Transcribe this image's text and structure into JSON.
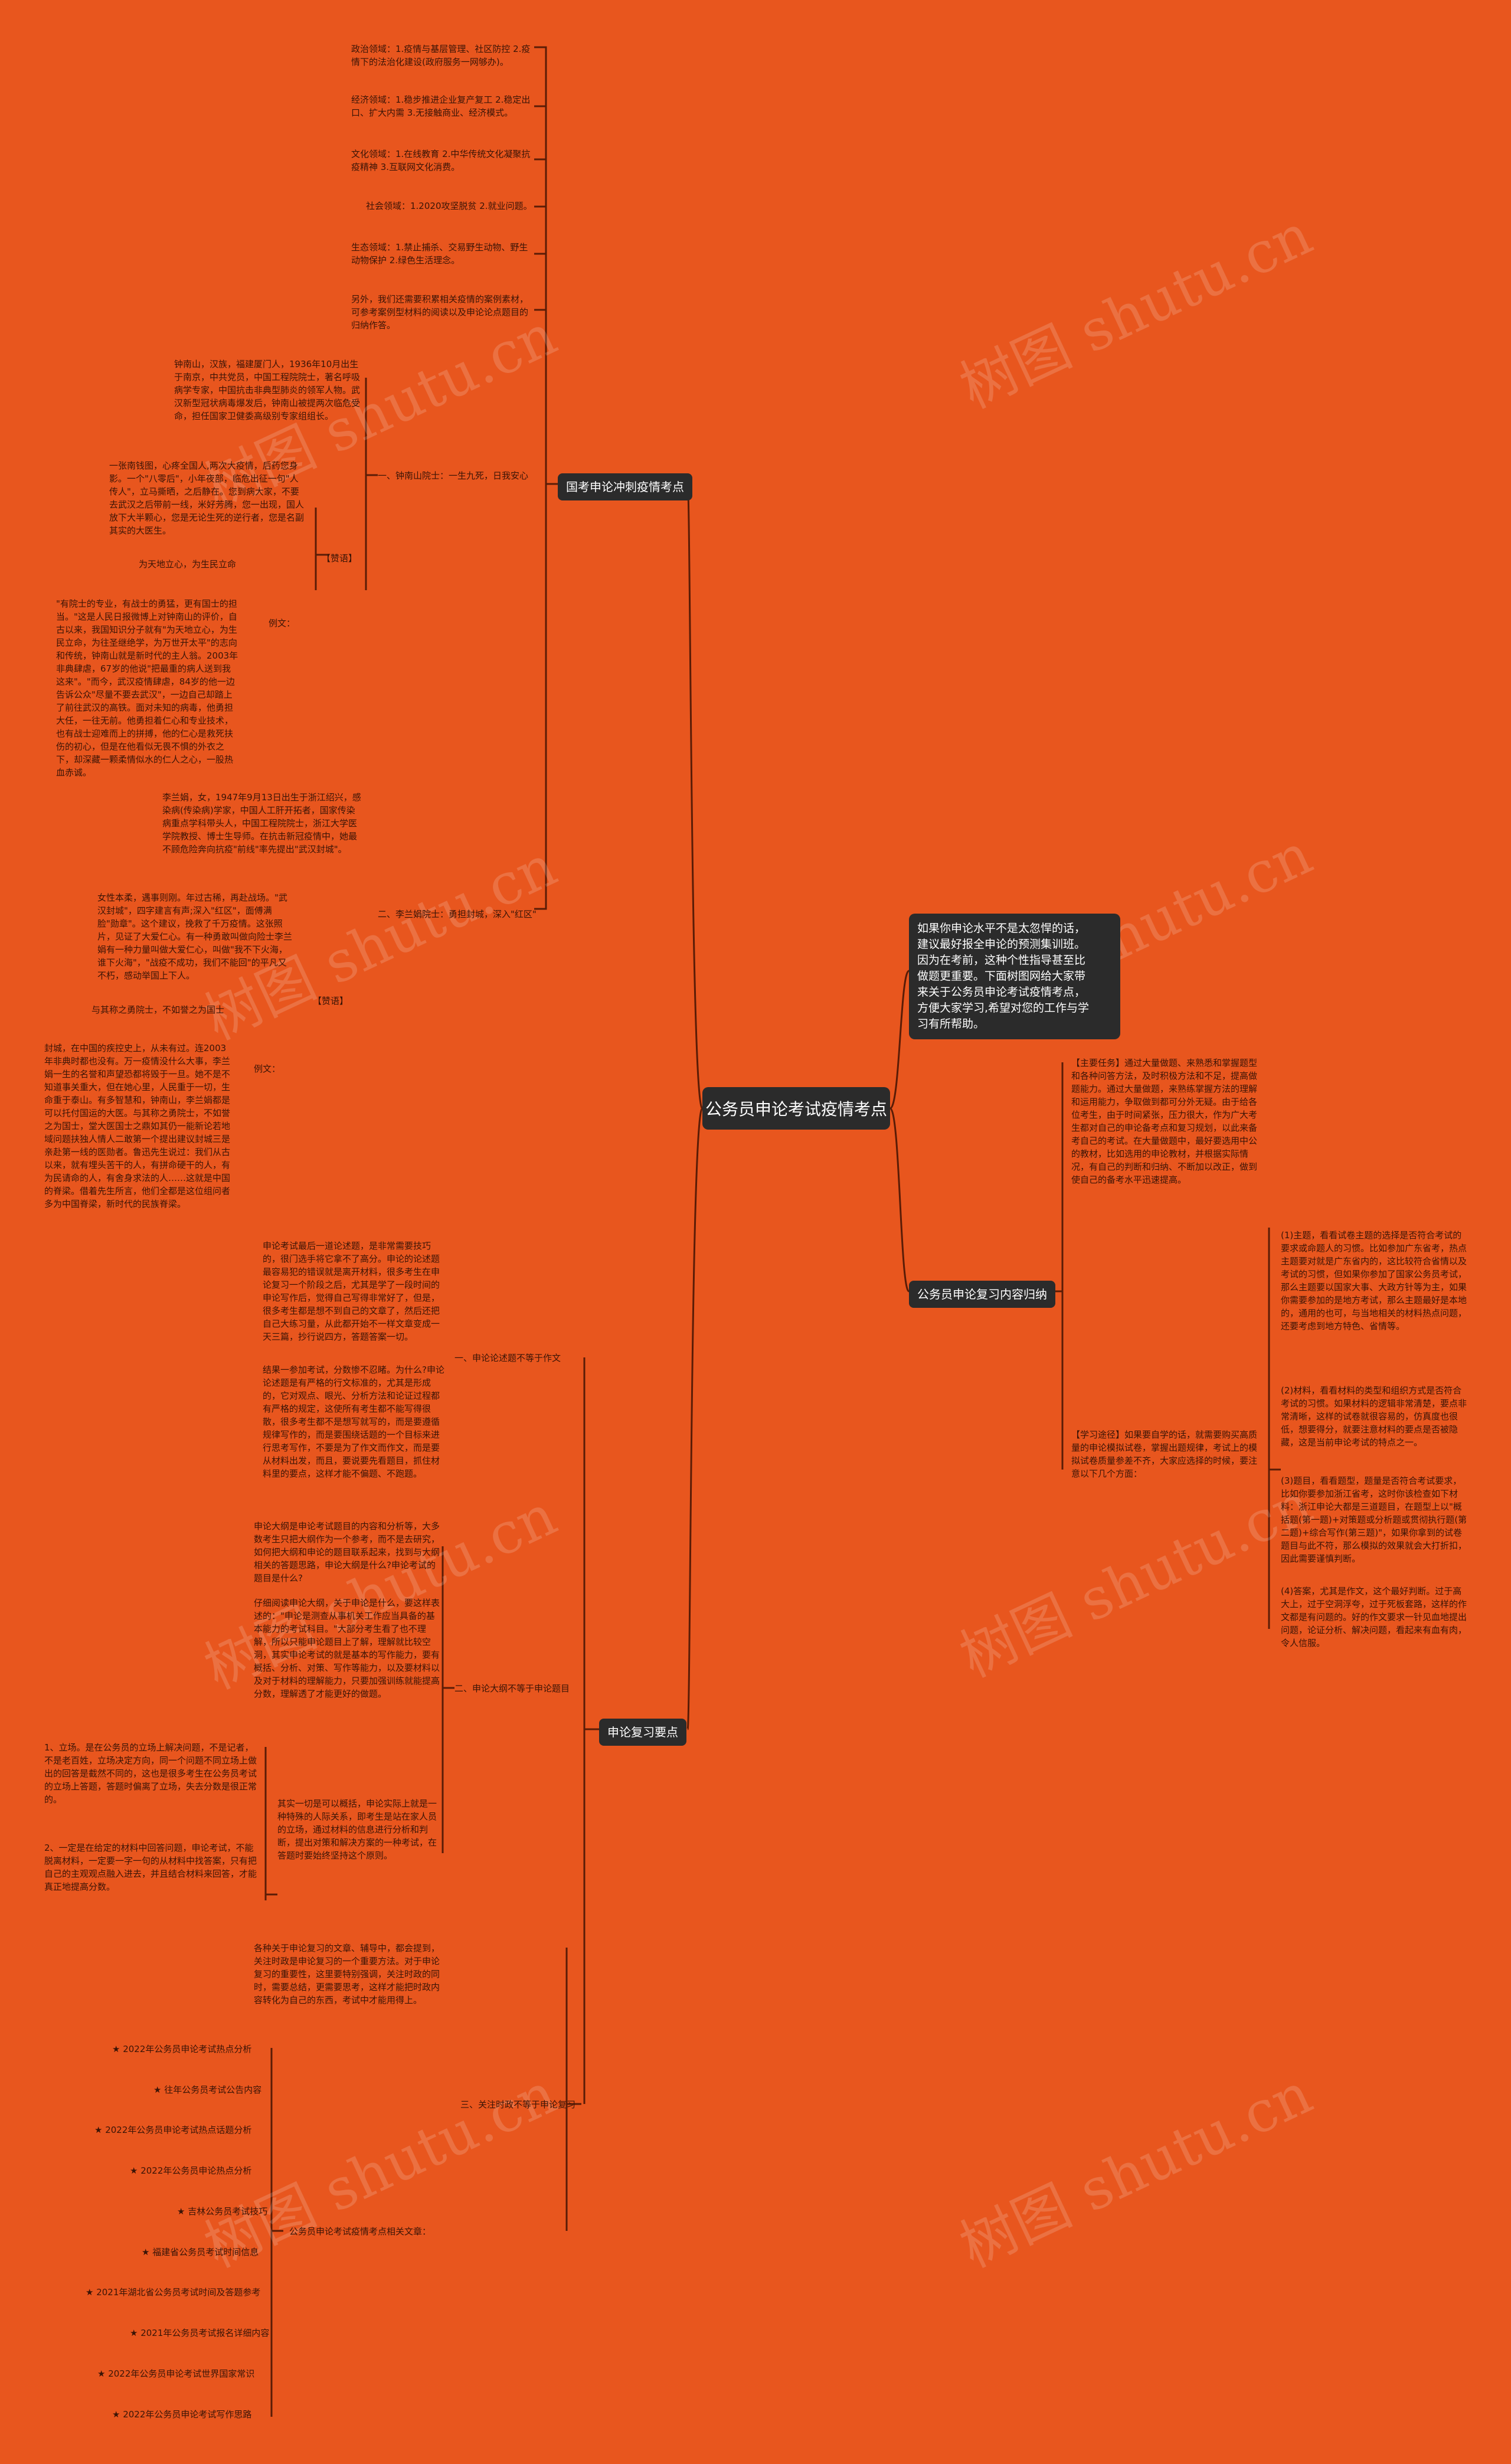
{
  "root": "公务员申论考试疫情考点",
  "intro": "如果你申论水平不是太忽悍的话，\n建议最好报全申论的预测集训班。\n因为在考前，这种个性指导甚至比\n做题更重要。下面树图网给大家带\n来关于公务员申论考试疫情考点，\n方便大家学习,希望对您的工作与学\n习有所帮助。",
  "watermark": "树图 shutu.cn",
  "branches": {
    "b1": {
      "title": "国考申论冲刺疫情考点",
      "topics": [
        "政治领域：1.疫情与基层管理、社区防控 2.疫情下的法治化建设(政府服务一网够办)。",
        "经济领域：1.稳步推进企业复产复工 2.稳定出口、扩大内需 3.无接触商业、经济模式。",
        "文化领域：1.在线教育 2.中华传统文化凝聚抗疫精神 3.互联网文化消费。",
        "社会领域：1.2020攻坚脱贫 2.就业问题。",
        "生态领域：1.禁止捕杀、交易野生动物、野生动物保护 2.绿色生活理念。",
        "另外，我们还需要积累相关疫情的案例素材，可参考案例型材料的阅读以及申论论点题目的归纳作答。"
      ],
      "zhong": {
        "label": "一、钟南山院士：一生九死，日我安心",
        "bio": "钟南山，汉族，福建厦门人，1936年10月出生于南京，中共党员，中国工程院院士，著名呼吸病学专家，中国抗击非典型肺炎的领军人物。武汉新型冠状病毒爆发后，钟南山被提两次临危受命，担任国家卫健委高级别专家组组长。",
        "comment": "一张南钱图，心疼全国人,两次大疫情，后药您身影。一个\"八零后\"，小年夜部，临危出征一句\"人传人\"，立马撕晒，之后静在。您到病大家，不要去武汉之后带前一线，米好芳腾，您一出现，国人放下大半颗心，您是无论生死的逆行者，您是名副其实的大医生。",
        "comment_label": "【赞语】",
        "ex_title": "为天地立心，为生民立命",
        "ex_body": "\"有院士的专业，有战士的勇猛，更有国士的担当。\"这是人民日报微博上对钟南山的评价，自古以来，我国知识分子就有\"为天地立心，为生民立命，为往圣继绝学，为万世开太平\"的志向和传统，钟南山就是新时代的主人翁。2003年非典肆虐，67岁的他说\"把最重的病人送到我这来\"。\"而今，武汉疫情肆虐，84岁的他一边告诉公众\"尽量不要去武汉\"，一边自己却踏上了前往武汉的高铁。面对未知的病毒，他勇担大任，一往无前。他勇担着仁心和专业技术，也有战士迎难而上的拼搏，他的仁心是救死扶伤的初心，但是在他看似无畏不惧的外衣之下，却深藏一颗柔情似水的仁人之心，一股热血赤诚。",
        "ex_label": "例文："
      },
      "li": {
        "label": "二、李兰娟院士：勇担封城，深入\"红区\"",
        "bio": "李兰娟，女，1947年9月13日出生于浙江绍兴，感染病(传染病)学家，中国人工肝开拓者，国家传染病重点学科带头人，中国工程院院士，浙江大学医学院教授、博士生导师。在抗击新冠疫情中，她最不顾危险奔向抗疫\"前线\"率先提出\"武汉封城\"。",
        "comment": "女性本柔，遇事则刚。年过古稀，再赴战场。\"武汉封城\"，四字建言有声;深入\"红区\"，面傅满脸\"勋章\"。这个建议，挽救了千万疫情。这张照片，见证了大爱仁心。有一种勇敢叫做向险士李兰娟有一种力量叫做大爱仁心，叫做\"我不下火海，谁下火海\"，\"战疫不成功，我们不能回\"的平凡又不朽，感动举国上下人。",
        "comment_label": "【赞语】",
        "ex_title": "与其称之勇院士，不如誉之为国士",
        "ex_body": "封城，在中国的疾控史上，从未有过。连2003年非典时都也没有。万一疫情没什么大事，李兰娟一生的名誉和声望恐都将毁于一旦。她不是不知道事关重大，但在她心里，人民重于一切，生命重于泰山。有多智慧和，钟南山，李兰娟都是可以托付国运的大医。与其称之勇院士，不如誉之为国士，堂大医国士之鼎如其仍一能新论若地域问题扶独人情人二敢第一个提出建议封城三是亲赴第一线的医勋者。鲁迅先生说过：我们从古以来，就有埋头苦干的人，有拼命硬干的人，有为民请命的人，有舍身求法的人……这就是中国的脊梁。借着先生所言，他们全都是这位组问者多为中国脊梁，新时代的民族脊梁。",
        "ex_label": "例文："
      }
    },
    "b2": {
      "title": "公务员申论复习内容归纳",
      "task": "【主要任务】通过大量做题、来熟悉和掌握题型和各种问答方法，及时积极方法和不足，提高做题能力。通过大量做题，来熟练掌握方法的理解和运用能力，争取做到都可分外无疑。由于给各位考生，由于时间紧张，压力很大，作为广大考生都对自己的申论备考点和复习规划，以此来备考自己的考试。在大量做题中，最好要选用中公的教材，比如选用的申论教材，并根据实际情况，有自己的判断和归纳、不断加以改正，做到使自己的备考水平迅速提高。",
      "method": "【学习途径】如果要自学的话，就需要购买高质量的申论模拟试卷，掌握出题规律，考试上的模拟试卷质量参差不齐，大家应选择的时候，要注意以下几个方面：",
      "points": [
        "(1)主题，看看试卷主题的选择是否符合考试的要求或命题人的习惯。比如参加广东省考，热点主题要对就是广东省内的，这比较符合省情以及考试的习惯，但如果你参加了国家公务员考试，那么主题要以国家大事、大政方针等为主，如果你需要参加的是地方考试，那么主题最好是本地的，通用的也可，与当地相关的材料热点问题，还要考虑到地方特色、省情等。",
        "(2)材料，看看材料的类型和组织方式是否符合考试的习惯。如果材料的逻辑非常清楚，要点非常清晰，这样的试卷就很容易的，仿真度也很低，想要得分，就要注意材料的要点是否被隐藏，这是当前申论考试的特点之一。",
        "(3)题目，看看题型，题量是否符合考试要求，比如你要参加浙江省考，这时你该检查如下材料：浙江申论大都是三道题目，在题型上以\"概括题(第一题)+对策题或分析题或贯彻执行题(第二题)+综合写作(第三题)\"，如果你拿到的试卷题目与此不符，那么模拟的效果就会大打折扣，因此需要谨慎判断。",
        "(4)答案，尤其是作文，这个最好判断。过于高大上，过于空洞浮夸，过于死板套路，这样的作文都是有问题的。好的作文要求一针见血地提出问题，论证分析、解决问题，看起来有血有肉，令人信服。"
      ]
    },
    "b3": {
      "title": "申论复习要点",
      "s1": {
        "label": "一、申论论述题不等于作文",
        "p1": "申论考试最后一道论述题，是非常需要技巧的，很门选手将它拿不了高分。申论的论述题最容易犯的错误就是离开材料，很多考生在申论复习一个阶段之后，尤其是学了一段时间的申论写作后，觉得自己写得非常好了，但是，很多考生都是想不到自己的文章了，然后还把自己大练习量，从此都开始不一样文章变成一天三篇，抄行说四方，答题答案一切。",
        "p2": "结果一参加考试，分数惨不忍睹。为什么?申论论述题是有严格的行文标准的，尤其是形成的，它对观点、眼光、分析方法和论证过程都有严格的规定，这使所有考生都不能写得很散，很多考生都不是想写就写的，而是要遵循规律写作的，而是要围绕话题的一个目标来进行思考写作，不要是为了作文而作文，而是要从材料出发，而且，要说要先看题目，抓住材料里的要点，这样才能不偏题、不跑题。"
      },
      "s2": {
        "label": "二、申论大纲不等于申论题目",
        "p1": "申论大纲是申论考试题目的内容和分析等，大多数考生只把大纲作为一个参考，而不是去研究，如何把大纲和申论的题目联系起来，找到与大纲相关的答题思路，申论大纲是什么?申论考试的题目是什么?",
        "p2": "仔细阅读申论大纲，关于申论是什么，要这样表述的：\"申论是测查从事机关工作应当具备的基本能力的考试科目。\"大部分考生看了也不理解，所以只能申论题目上了解，理解就比较空洞，其实申论考试的就是基本的写作能力，要有概括、分析、对策、写作等能力，以及要材料以及对于材料的理解能力，只要加强训练就能提高分数，理解透了才能更好的做题。",
        "q1": "1、立场。是在公务员的立场上解决问题，不是记者，不是老百姓，立场决定方向，同一个问题不同立场上做出的回答是截然不同的，这也是很多考生在公务员考试的立场上答题，答题时偏离了立场，失去分数是很正常的。",
        "q2": "2、一定是在给定的材料中回答问题，申论考试，不能脱离材料，一定要一字一句的从材料中找答案，只有把自己的主观观点融入进去，并且结合材料来回答，才能真正地提高分数。",
        "p3": "其实一切是可以概括，申论实际上就是一种特殊的人际关系，即考生是站在家人员的立场，通过材料的信息进行分析和判断，提出对策和解决方案的一种考试，在答题时要始终坚持这个原则。"
      },
      "s3": {
        "label": "三、关注时政不等于申论复习",
        "p1": "各种关于申论复习的文章、辅导中，都会提到，关注时政是申论复习的一个重要方法。对于申论复习的重要性，这里要特别强调，关注时政的同时，需要总结，更需要思考，这样才能把时政内容转化为自己的东西，考试中才能用得上。",
        "link_label": "公务员申论考试疫情考点相关文章：",
        "links": [
          "2022年公务员申论考试热点分析",
          "往年公务员考试公告内容",
          "2022年公务员申论考试热点话题分析",
          "2022年公务员申论热点分析",
          "吉林公务员考试技巧",
          "福建省公务员考试时间信息",
          "2021年湖北省公务员考试时间及答题参考",
          "2021年公务员考试报名详细内容",
          "2022年公务员申论考试世界国家常识",
          "2022年公务员申论考试写作思路"
        ]
      }
    }
  }
}
